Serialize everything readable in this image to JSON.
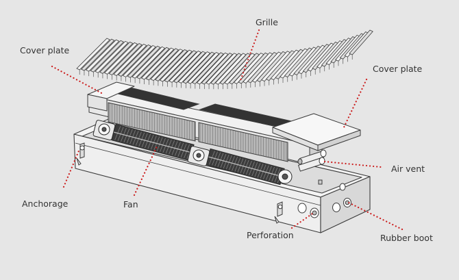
{
  "colors": {
    "background": "#e6e6e6",
    "leader": "#cc1f1f",
    "outline": "#3a3a3a",
    "body": "#f2f2f2",
    "shade": "#9a9a9a",
    "dark": "#2a2a2a"
  },
  "labels": {
    "grille": "Grille",
    "cover_plate_left": "Cover plate",
    "cover_plate_right": "Cover plate",
    "air_vent": "Air vent",
    "anchorage": "Anchorage",
    "fan": "Fan",
    "perforation": "Perforation",
    "rubber_boot": "Rubber boot"
  }
}
